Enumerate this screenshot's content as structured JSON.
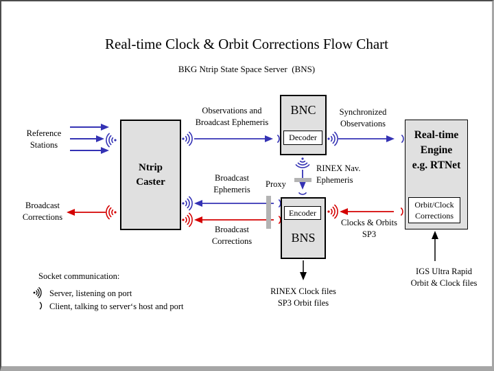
{
  "slide": {
    "title": "Real-time Clock & Orbit Corrections Flow Chart",
    "subtitle": "BKG Ntrip State Space Server  (BNS)"
  },
  "boxes": {
    "ntrip_caster": {
      "line1": "Ntrip",
      "line2": "Caster"
    },
    "bnc": {
      "label": "BNC",
      "sub_label": "Decoder"
    },
    "bns": {
      "label": "BNS",
      "sub_label": "Encoder"
    },
    "engine": {
      "line1": "Real-time",
      "line2": "Engine",
      "line3": "e.g. RTNet",
      "sub_line1": "Orbit/Clock",
      "sub_line2": "Corrections"
    }
  },
  "labels": {
    "reference_stations": {
      "line1": "Reference",
      "line2": "Stations"
    },
    "broadcast_corrections_left": {
      "line1": "Broadcast",
      "line2": "Corrections"
    },
    "observations_ephemeris": {
      "line1": "Observations and",
      "line2": "Broadcast Ephemeris"
    },
    "synchronized_observations": {
      "line1": "Synchronized",
      "line2": "Observations"
    },
    "rinex_nav_ephemeris": {
      "line1": "RINEX Nav.",
      "line2": "Ephemeris"
    },
    "broadcast_ephemeris": {
      "line1": "Broadcast",
      "line2": "Ephemeris"
    },
    "proxy": "Proxy",
    "broadcast_corrections_mid": {
      "line1": "Broadcast",
      "line2": "Corrections"
    },
    "clocks_orbits": {
      "line1": "Clocks & Orbits",
      "line2": "SP3"
    },
    "rinex_clock_files": {
      "line1": "RINEX Clock files",
      "line2": "SP3 Orbit files"
    },
    "igs_ultra_rapid": {
      "line1": "IGS Ultra Rapid",
      "line2": "Orbit & Clock files"
    }
  },
  "legend": {
    "heading": "Socket communication:",
    "server_item": "Server, listening on port",
    "client_item": "Client, talking to server‘s host and port"
  },
  "colors": {
    "arrow_blue": "#3432b4",
    "arrow_red": "#d40000",
    "arrow_black": "#000000",
    "box_fill": "#e0e0e0",
    "proxy_gray": "#b3b3b3"
  }
}
